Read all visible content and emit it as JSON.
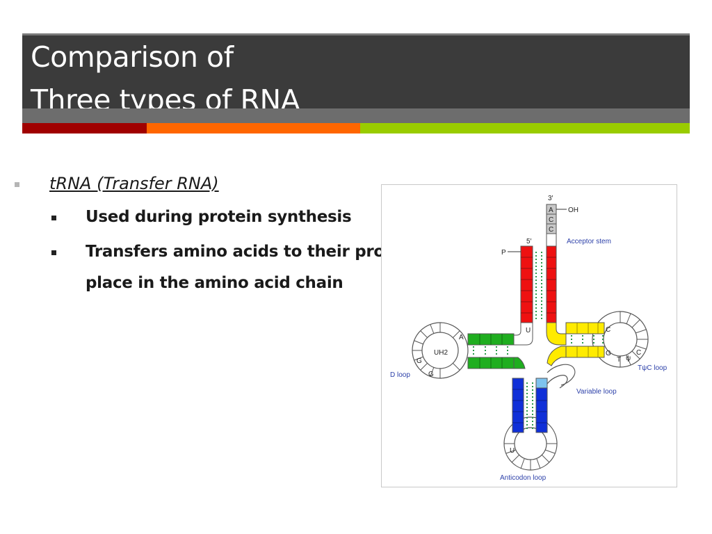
{
  "slide": {
    "title_line1": "Comparison of",
    "title_line2": "Three types of RNA"
  },
  "accent_colors": {
    "dark_red": "#a00000",
    "orange": "#ff6600",
    "green": "#99cc00",
    "bar": "#3b3b3b"
  },
  "bullets": {
    "level1": {
      "text": "tRNA (Transfer RNA)"
    },
    "level2": [
      {
        "text": "Used during protein synthesis"
      },
      {
        "text_line1": "Transfers amino acids to their proper",
        "text_line2": "place in the amino acid chain"
      }
    ]
  },
  "diagram": {
    "labels": {
      "three_prime": "3′",
      "five_prime": "5′",
      "oh": "OH",
      "p": "P",
      "acceptor_stem": "Acceptor stem",
      "d_loop": "D loop",
      "tpsic_loop": "TψC loop",
      "variable_loop": "Variable loop",
      "anticodon_loop": "Anticodon loop"
    },
    "nucleotides": {
      "acc_a": "A",
      "acc_c1": "C",
      "acc_c2": "C",
      "uh2": "UH2",
      "d_a": "A",
      "d_g1": "G",
      "d_g2": "G",
      "u_stem": "U",
      "t_c1": "C",
      "t_g": "G",
      "t_t": "T",
      "t_psi": "ψ",
      "t_c2": "C",
      "anticodon_u": "U"
    }
  }
}
